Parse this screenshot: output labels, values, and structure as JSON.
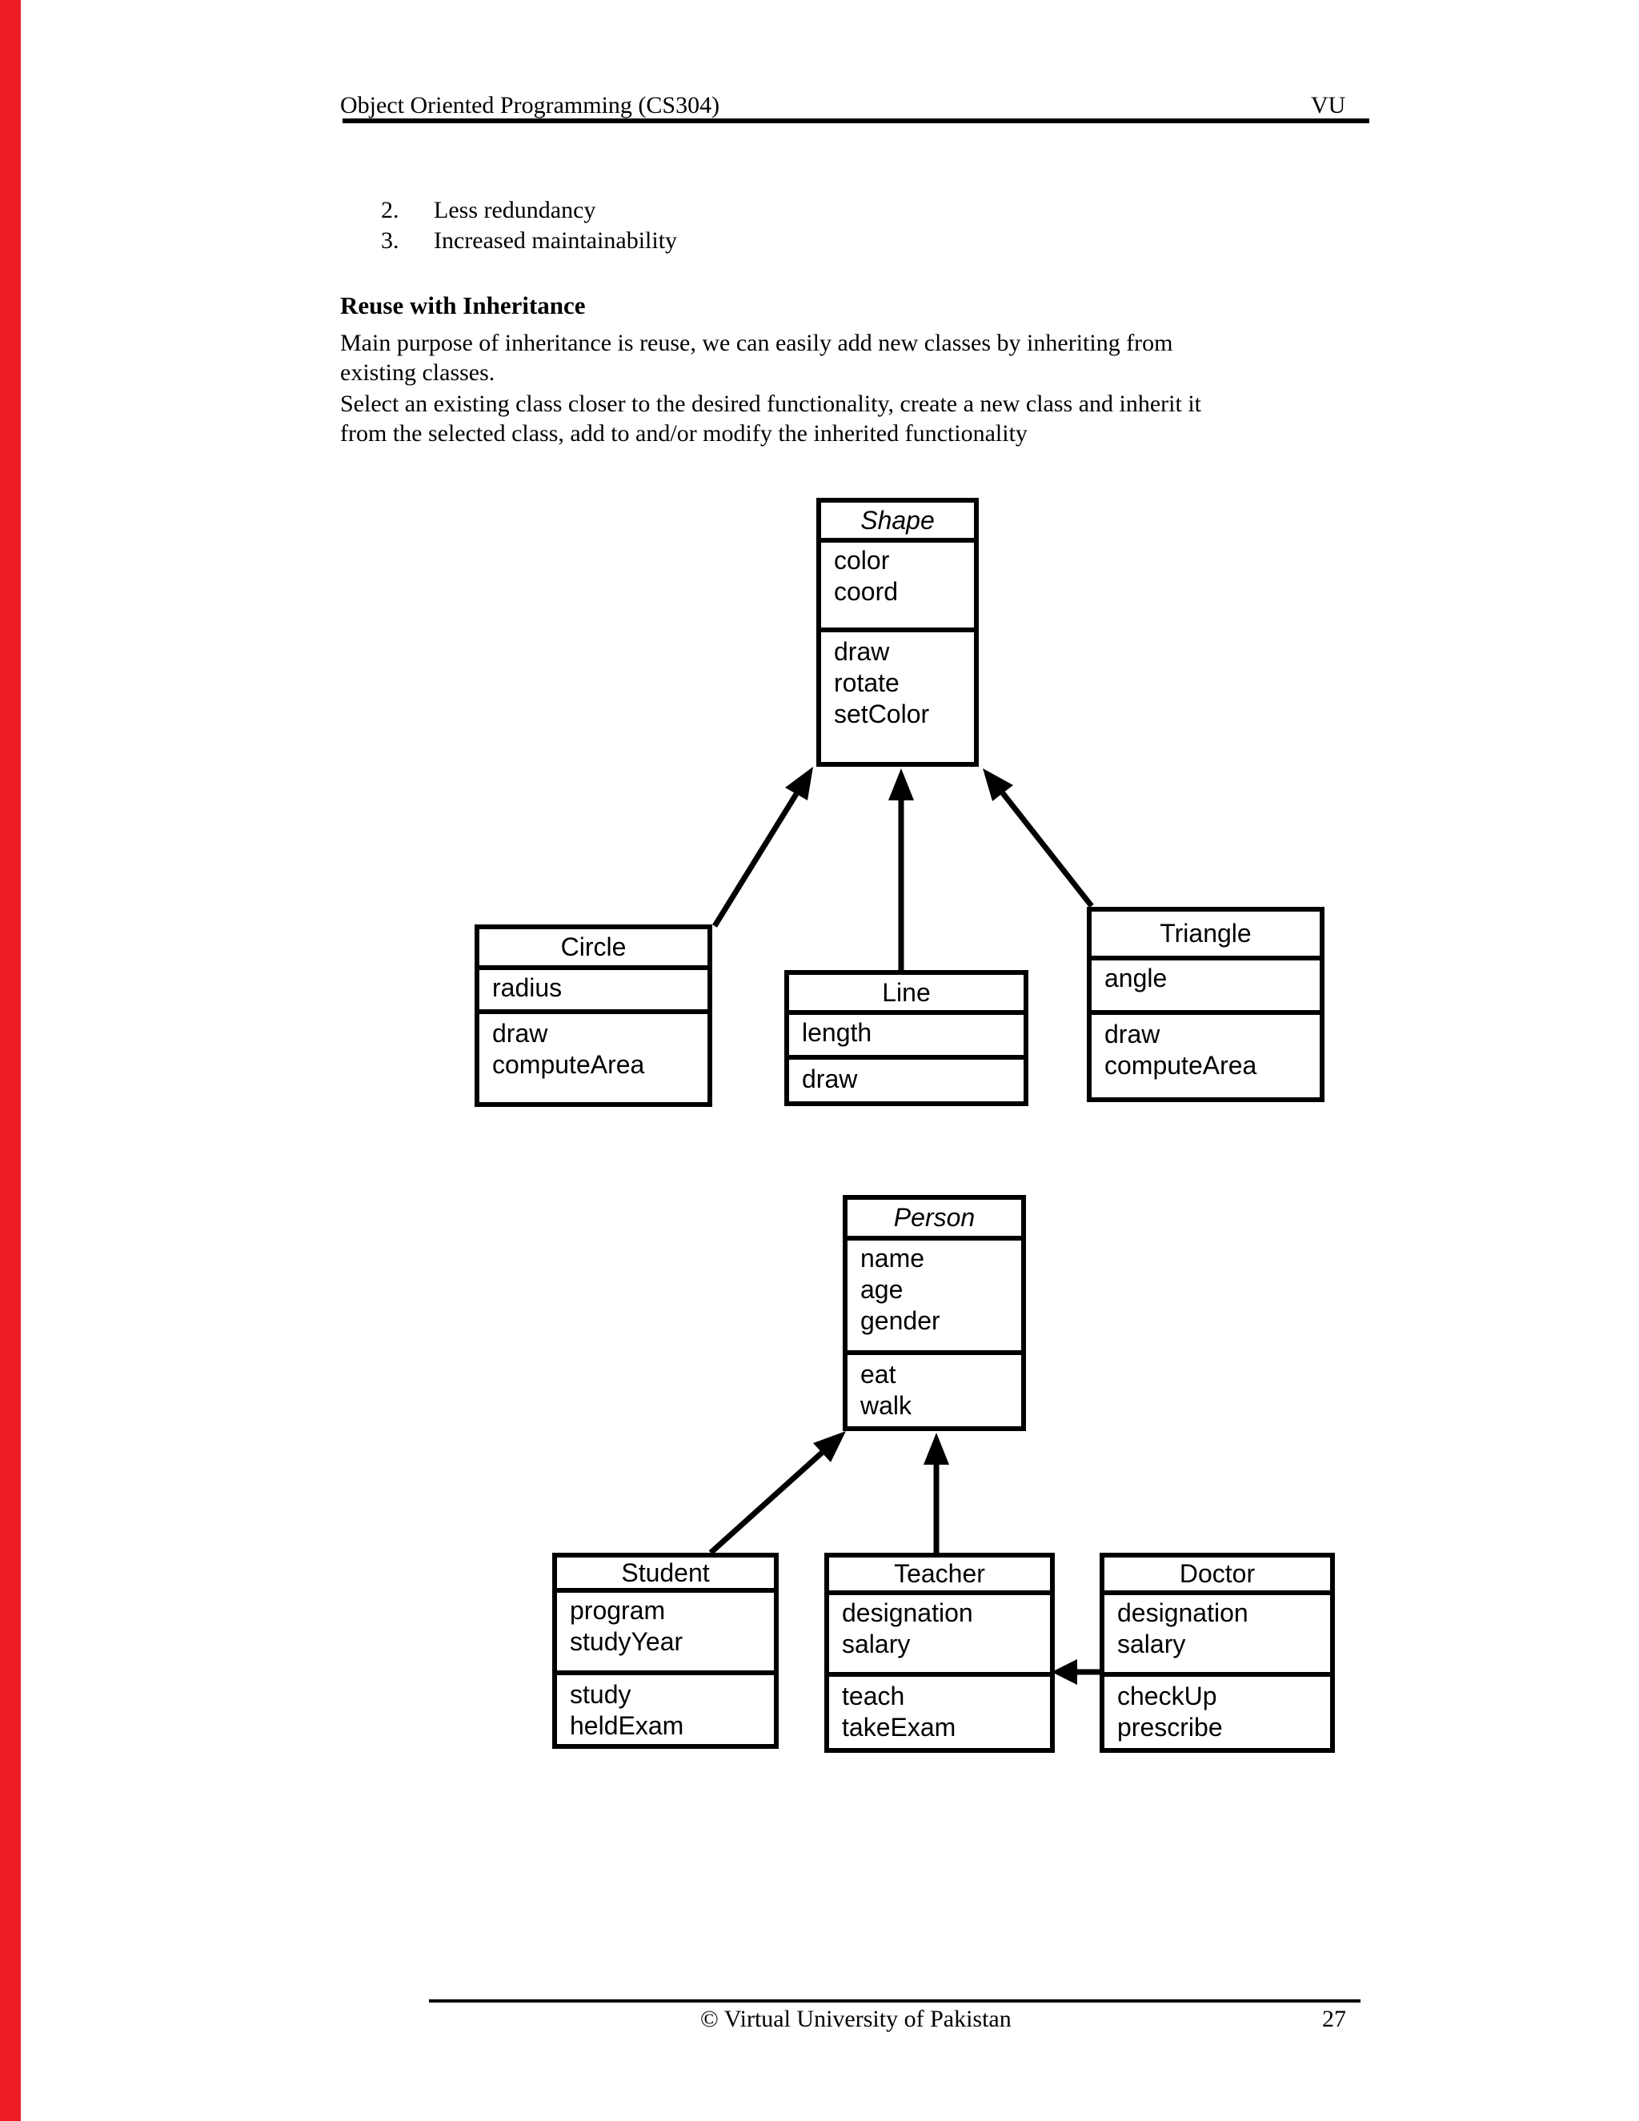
{
  "page": {
    "accent_red": "#ec1c24",
    "background": "#ffffff"
  },
  "header": {
    "course": "Object Oriented Programming (CS304)",
    "right_label": "VU"
  },
  "list": [
    {
      "num": "2.",
      "text": "Less redundancy"
    },
    {
      "num": "3.",
      "text": "Increased maintainability"
    }
  ],
  "section": {
    "heading": "Reuse with Inheritance",
    "para1_line1": "Main purpose of inheritance is reuse, we can easily add new classes by inheriting from",
    "para1_line2": "existing classes.",
    "para2_line1": "Select an existing class closer to the desired functionality, create a new class and inherit it",
    "para2_line2": "from the selected class, add to and/or modify the inherited functionality"
  },
  "uml": {
    "shape": {
      "title": "Shape",
      "abstract": true,
      "attributes": [
        "color",
        "coord"
      ],
      "methods": [
        "draw",
        "rotate",
        "setColor"
      ]
    },
    "circle": {
      "title": "Circle",
      "abstract": false,
      "attributes": [
        "radius"
      ],
      "methods": [
        "draw",
        "computeArea"
      ]
    },
    "line": {
      "title": "Line",
      "abstract": false,
      "attributes": [
        "length"
      ],
      "methods": [
        "draw"
      ]
    },
    "triangle": {
      "title": "Triangle",
      "abstract": false,
      "attributes": [
        "angle"
      ],
      "methods": [
        "draw",
        "computeArea"
      ]
    },
    "person": {
      "title": "Person",
      "abstract": true,
      "attributes": [
        "name",
        "age",
        "gender"
      ],
      "methods": [
        "eat",
        "walk"
      ]
    },
    "student": {
      "title": "Student",
      "abstract": false,
      "attributes": [
        "program",
        "studyYear"
      ],
      "methods": [
        "study",
        "heldExam"
      ]
    },
    "teacher": {
      "title": "Teacher",
      "abstract": false,
      "attributes": [
        "designation",
        "salary"
      ],
      "methods": [
        "teach",
        "takeExam"
      ]
    },
    "doctor": {
      "title": "Doctor",
      "abstract": false,
      "attributes": [
        "designation",
        "salary"
      ],
      "methods": [
        "checkUp",
        "prescribe"
      ]
    }
  },
  "relationships": [
    {
      "from": "Circle",
      "to": "Shape",
      "type": "inheritance-arrow"
    },
    {
      "from": "Line",
      "to": "Shape",
      "type": "inheritance-arrow"
    },
    {
      "from": "Triangle",
      "to": "Shape",
      "type": "inheritance-arrow"
    },
    {
      "from": "Student",
      "to": "Person",
      "type": "inheritance-arrow"
    },
    {
      "from": "Teacher",
      "to": "Person",
      "type": "inheritance-arrow"
    },
    {
      "from": "Doctor",
      "to": "Teacher",
      "type": "inheritance-arrow"
    }
  ],
  "footer": {
    "copyright": "© Virtual University of Pakistan",
    "page_number": "27"
  }
}
